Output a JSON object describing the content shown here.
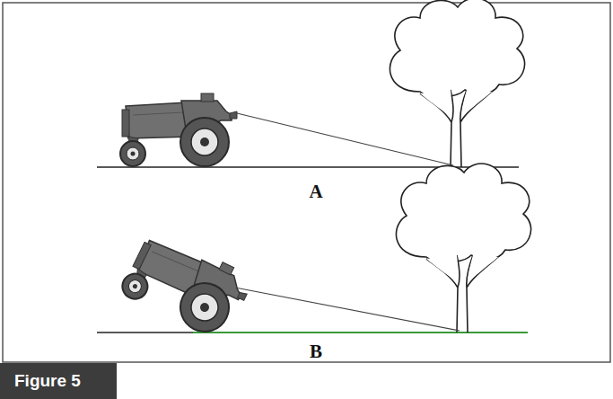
{
  "diagram": {
    "caption": "Figure 5",
    "labels": [
      "A",
      "B"
    ]
  }
}
